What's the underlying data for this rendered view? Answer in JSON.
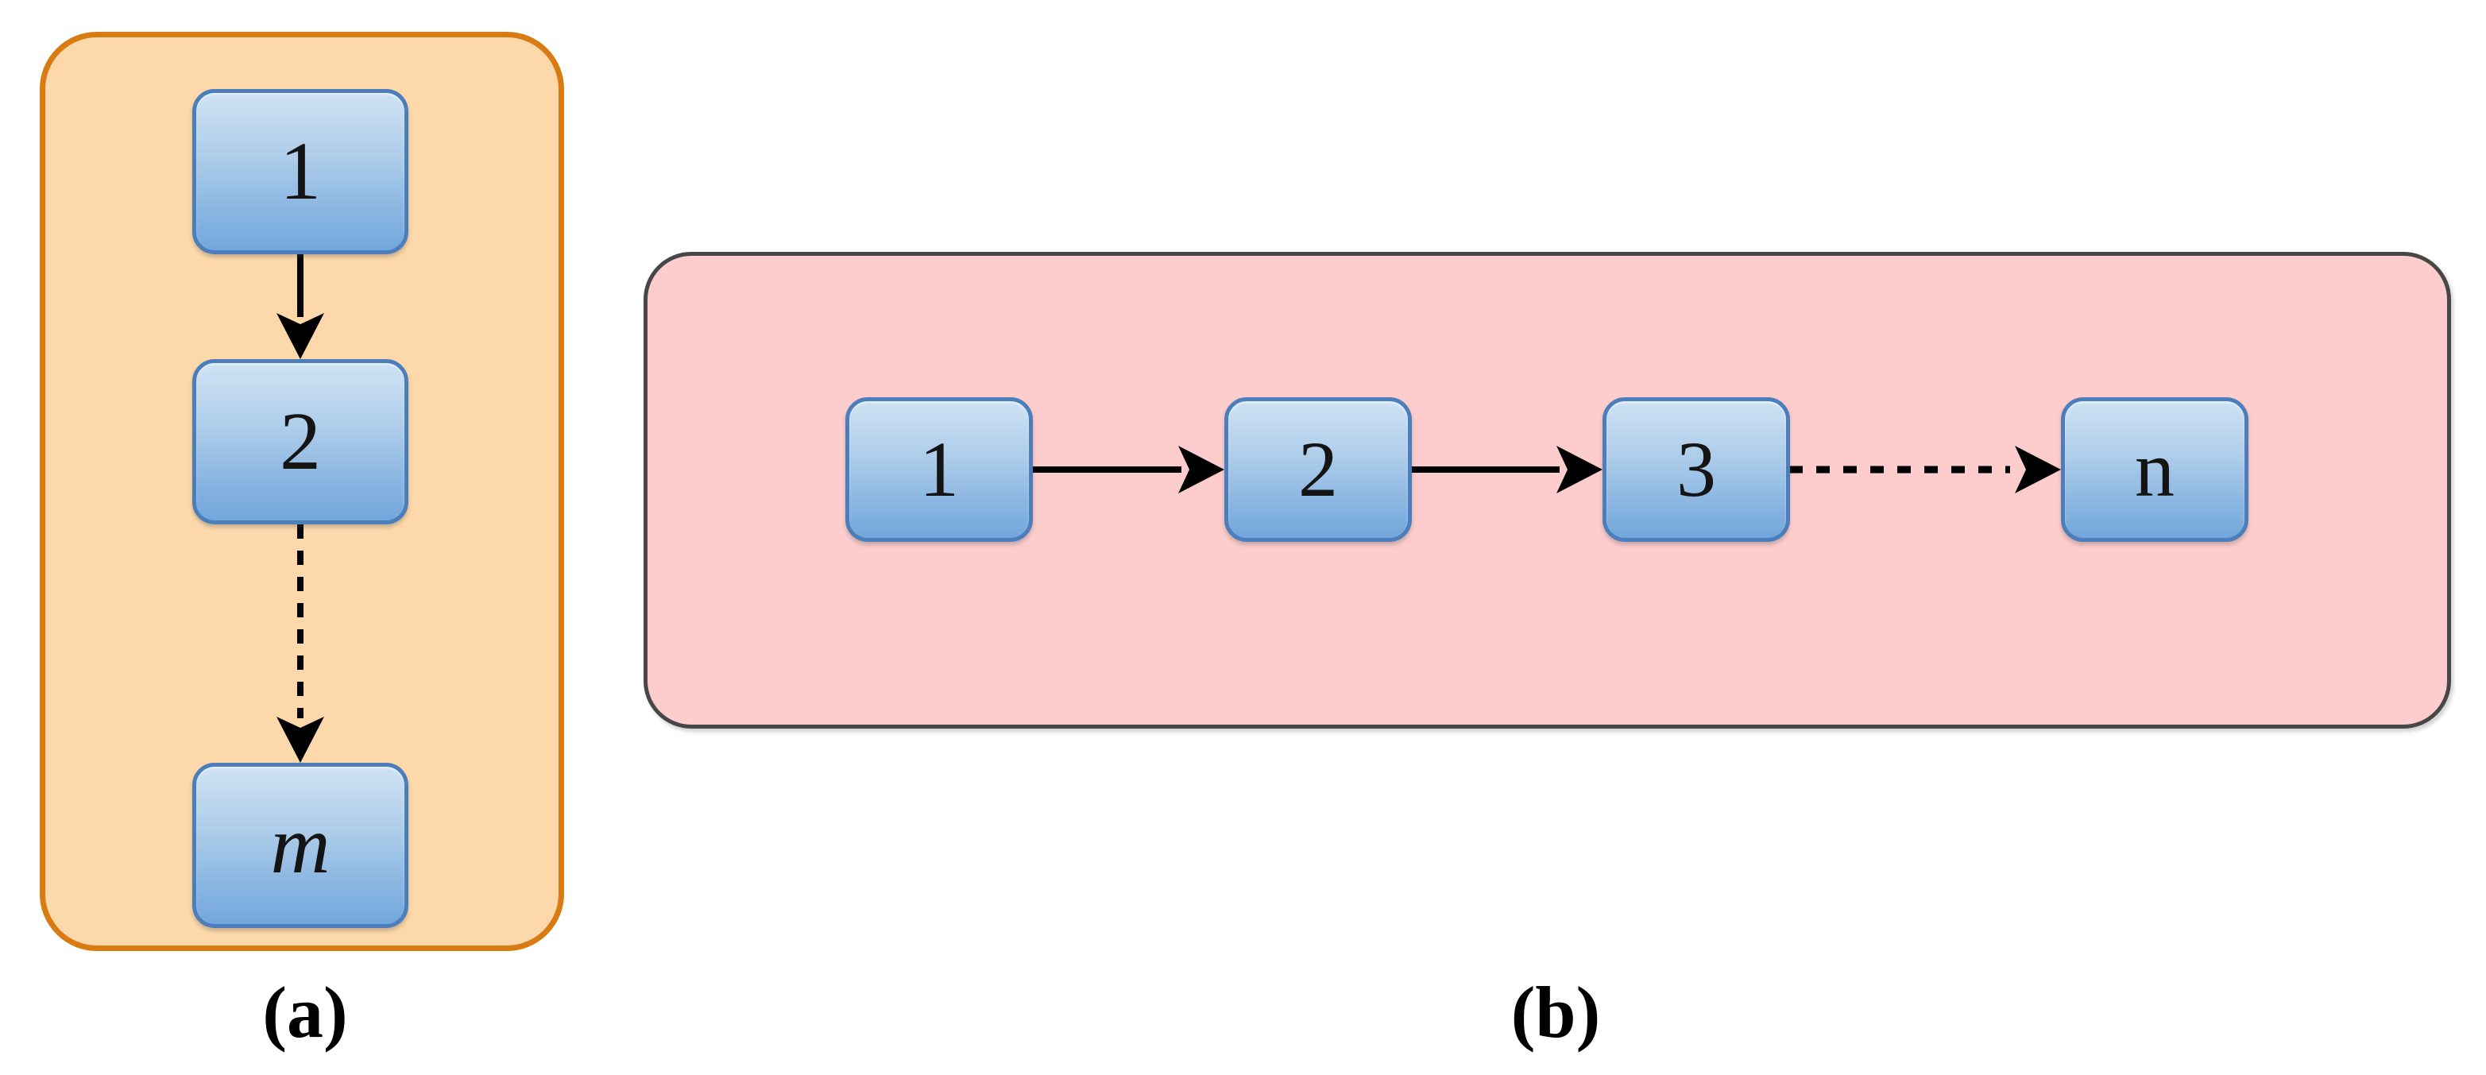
{
  "figure": {
    "type": "diagram",
    "captions": {
      "a": "(a)",
      "b": "(b)"
    },
    "arrow_color": "#000000",
    "node_style": {
      "fill_top": "#CFE2F4",
      "fill_bottom": "#72A7DB",
      "border_color": "#4C7EBC",
      "text_color": "#141414"
    }
  },
  "panel_a": {
    "orientation": "vertical",
    "fill": "#FDD8AA",
    "border_color": "#D97B13",
    "nodes": [
      {
        "label": "1",
        "style": "normal"
      },
      {
        "label": "2",
        "style": "normal"
      },
      {
        "label": "m",
        "style": "italic"
      }
    ],
    "edges": [
      {
        "from": "1",
        "to": "2",
        "style": "solid"
      },
      {
        "from": "2",
        "to": "m",
        "style": "dashed"
      }
    ]
  },
  "panel_b": {
    "orientation": "horizontal",
    "fill": "#FDCCCD",
    "border_color": "#474747",
    "nodes": [
      {
        "label": "1",
        "style": "normal"
      },
      {
        "label": "2",
        "style": "normal"
      },
      {
        "label": "3",
        "style": "normal"
      },
      {
        "label": "n",
        "style": "normal"
      }
    ],
    "edges": [
      {
        "from": "1",
        "to": "2",
        "style": "solid"
      },
      {
        "from": "2",
        "to": "3",
        "style": "solid"
      },
      {
        "from": "3",
        "to": "n",
        "style": "dashed"
      }
    ]
  }
}
